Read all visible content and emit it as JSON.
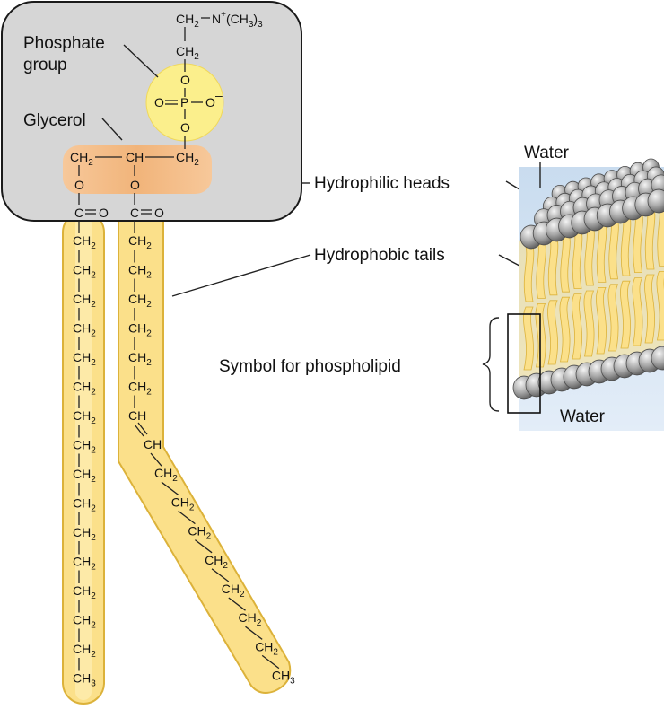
{
  "labels": {
    "phosphate_group_line1": "Phosphate",
    "phosphate_group_line2": "group",
    "glycerol": "Glycerol",
    "hydrophilic_heads": "Hydrophilic heads",
    "hydrophobic_tails": "Hydrophobic tails",
    "symbol_for_phospholipid": "Symbol for phospholipid",
    "water_top": "Water",
    "water_bottom": "Water"
  },
  "formula": {
    "choline_ch2": "CH",
    "choline_sub2": "2",
    "choline_n": "N",
    "choline_plus": "+",
    "choline_ch3": "(CH",
    "choline_sub3": "3",
    "choline_close": ")",
    "choline_count": "3",
    "ch2": "CH",
    "sub2": "2",
    "ch": "CH",
    "ch3": "CH",
    "sub3": "3",
    "o": "O",
    "o_minus": "O",
    "minus": "–",
    "p": "P",
    "c": "C"
  },
  "tails": {
    "saturated_ch2_count": 15,
    "unsaturated_upper_ch2_count": 6,
    "unsaturated_lower_ch2_count": 7,
    "double_bond": "C=C"
  },
  "colors": {
    "head_box": "#d6d6d6",
    "phosphate": "#fbef8c",
    "glycerol": "#f2b87c",
    "tail": "#fbe08a",
    "tail_edge": "#dcb23a",
    "water": "#dbe8f5",
    "head_sphere": "#9a9a9a"
  }
}
